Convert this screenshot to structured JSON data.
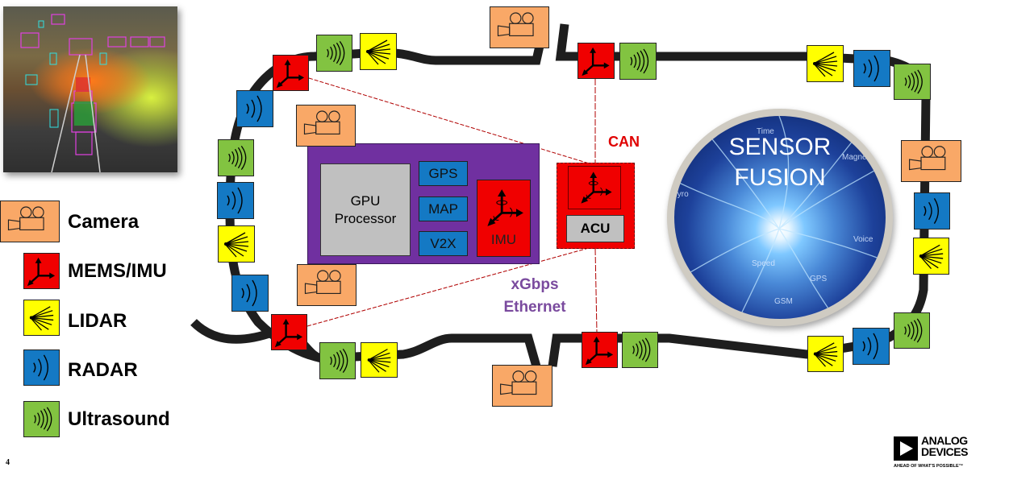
{
  "slide": {
    "page_number": "4"
  },
  "legend": [
    {
      "type": "camera",
      "label": "Camera",
      "icon": "camera-icon",
      "color": "#f9a867"
    },
    {
      "type": "imu",
      "label": "MEMS/IMU",
      "icon": "axes-icon",
      "color": "#f00000"
    },
    {
      "type": "lidar",
      "label": "LIDAR",
      "icon": "lidar-beam-icon",
      "color": "#ffff00"
    },
    {
      "type": "radar",
      "label": "RADAR",
      "icon": "radar-wave-icon",
      "color": "#1479c4"
    },
    {
      "type": "ultrasound",
      "label": "Ultrasound",
      "icon": "ultrasound-wave-icon",
      "color": "#82c341"
    }
  ],
  "compute": {
    "gpu_label_line1": "GPU",
    "gpu_label_line2": "Processor",
    "chips": [
      "GPS",
      "MAP",
      "V2X"
    ],
    "imu_label": "IMU",
    "container_color": "#7030a0"
  },
  "acu": {
    "label": "ACU",
    "bus_label": "CAN"
  },
  "network": {
    "line1": "xGbps",
    "line2": "Ethernet"
  },
  "sensor_fusion": {
    "title_line1": "SENSOR",
    "title_line2": "FUSION",
    "inputs": [
      "Time",
      "Magneto",
      "Gyro",
      "Voice",
      "Speed",
      "GPS",
      "GSM"
    ]
  },
  "brand": {
    "line1": "ANALOG",
    "line2": "DEVICES",
    "tagline": "AHEAD OF WHAT'S POSSIBLE™"
  },
  "colors": {
    "camera": "#f9a867",
    "imu": "#f00000",
    "lidar": "#ffff00",
    "radar": "#1479c4",
    "ultrasound": "#82c341",
    "can_label": "#e00000",
    "ethernet_label": "#7a4a9e"
  }
}
